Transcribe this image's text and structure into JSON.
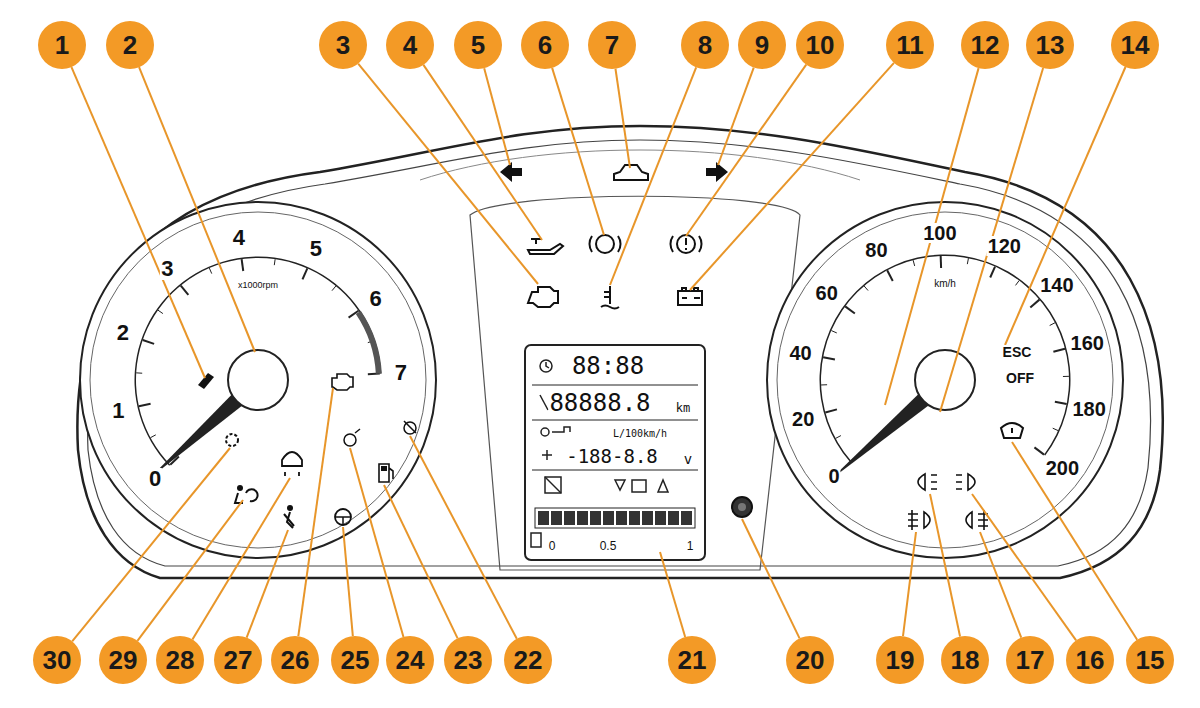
{
  "diagram": {
    "nodes": [
      {
        "text": [
          "1"
        ]
      },
      {
        "text": [
          "2"
        ]
      },
      {
        "text": [
          "3"
        ]
      },
      {
        "text": [
          "4"
        ]
      },
      {
        "text": [
          "5"
        ]
      },
      {
        "text": [
          "6"
        ]
      },
      {
        "text": [
          "7"
        ]
      },
      {
        "text": [
          "8"
        ]
      },
      {
        "text": [
          "9"
        ]
      },
      {
        "text": [
          "10"
        ]
      },
      {
        "text": [
          "11"
        ]
      },
      {
        "text": [
          "12"
        ]
      },
      {
        "text": [
          "13"
        ]
      },
      {
        "text": [
          "14"
        ]
      },
      {
        "text": [
          "30"
        ]
      },
      {
        "text": [
          "29"
        ]
      },
      {
        "text": [
          "28"
        ]
      },
      {
        "text": [
          "27"
        ]
      },
      {
        "text": [
          "26"
        ]
      },
      {
        "text": [
          "25"
        ]
      },
      {
        "text": [
          "24"
        ]
      },
      {
        "text": [
          "23"
        ]
      },
      {
        "text": [
          "22"
        ]
      },
      {
        "text": [
          "21"
        ]
      },
      {
        "text": [
          "20"
        ]
      },
      {
        "text": [
          "19"
        ]
      },
      {
        "text": [
          "18"
        ]
      },
      {
        "text": [
          "17"
        ]
      },
      {
        "text": [
          "16"
        ]
      },
      {
        "text": [
          "15"
        ]
      }
    ],
    "labels": [
      "0",
      "1",
      "2",
      "3",
      "4",
      "5",
      "6",
      "7",
      "x1000rpm",
      "0",
      "20",
      "40",
      "60",
      "80",
      "100",
      "120",
      "140",
      "160",
      "180",
      "200",
      "km/h",
      "ESC",
      "OFF",
      "88:88",
      "88888.8",
      "km",
      "L/100km/h",
      "-188-8.8",
      "v",
      "0",
      "0.5",
      "1"
    ]
  }
}
